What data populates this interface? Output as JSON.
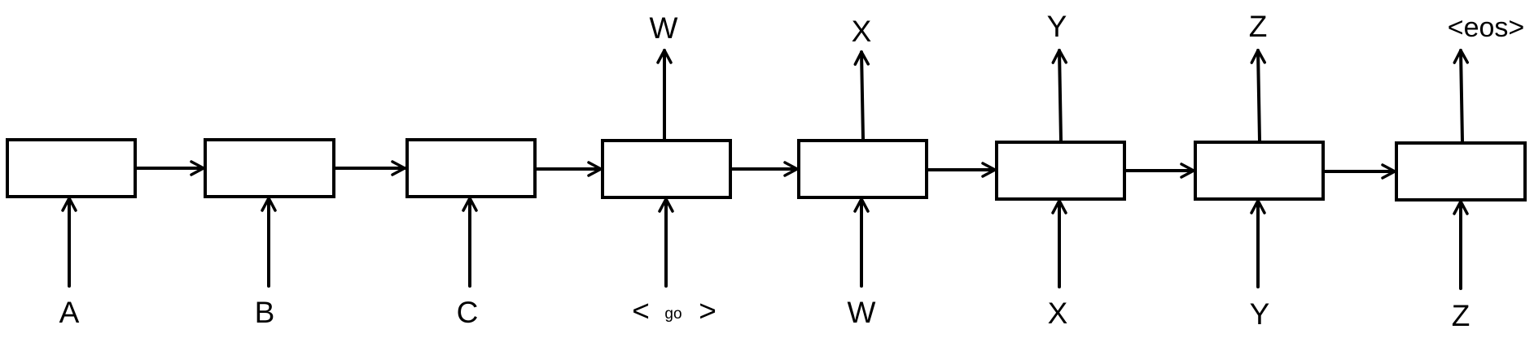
{
  "diagram": {
    "cells": [
      {
        "input": "A",
        "output": ""
      },
      {
        "input": "B",
        "output": ""
      },
      {
        "input": "C",
        "output": ""
      },
      {
        "input_parts": [
          "<",
          "go",
          ">"
        ],
        "output": "W"
      },
      {
        "input": "W",
        "output": "X"
      },
      {
        "input": "X",
        "output": "Y"
      },
      {
        "input": "Y",
        "output": "Z"
      },
      {
        "input": "Z",
        "output": "<eos>"
      }
    ]
  }
}
